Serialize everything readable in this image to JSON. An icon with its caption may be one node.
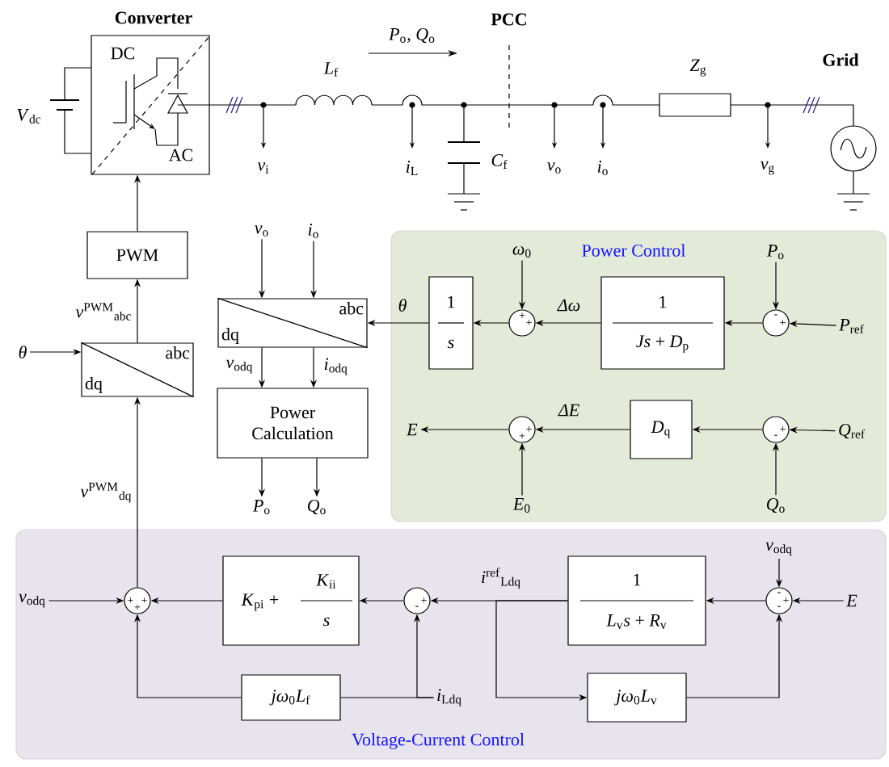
{
  "diagram": {
    "nodes": [
      {
        "text": [
          "Power Control"
        ]
      },
      {
        "text": [
          "Voltage-Current Control"
        ]
      },
      {
        "text": [
          "Converter",
          "DC",
          "AC"
        ]
      },
      {
        "text": [
          "PWM"
        ]
      },
      {
        "text": [
          "dq",
          "abc"
        ]
      },
      {
        "text": [
          "dq",
          "abc"
        ]
      },
      {
        "text": [
          "Power Calculation"
        ]
      },
      {
        "text": [
          "1",
          "s"
        ],
        "in": 0
      },
      {
        "text": [
          "1",
          "*Js* + *D*$_{p}$"
        ],
        "in": 0
      },
      {
        "text": [
          "+",
          "+"
        ],
        "in": 0
      },
      {
        "text": [
          "-",
          "+"
        ],
        "in": 0
      },
      {
        "text": [
          "*D*$_{q}$"
        ],
        "in": 0
      },
      {
        "text": [
          "+",
          "+"
        ],
        "in": 0
      },
      {
        "text": [
          "+",
          "-"
        ],
        "in": 0
      },
      {
        "text": [
          "*K*$_{pi}$ +",
          "*K*$_{ii}$",
          "s"
        ],
        "in": 1
      },
      {
        "text": [
          "+",
          "+",
          "+"
        ],
        "in": 1
      },
      {
        "text": [
          "+",
          "-"
        ],
        "in": 1
      },
      {
        "text": [
          "1",
          "*L*$_{v}$*s* + *R*$_{v}$"
        ],
        "in": 1
      },
      {
        "text": [
          "-",
          "+",
          "-"
        ],
        "in": 1
      },
      {
        "text": [
          "*jω*$_{0}$*L*$_{f}$"
        ],
        "in": 1
      },
      {
        "text": [
          "*jω*$_{0}$*L*$_{v}$"
        ],
        "in": 1
      },
      {
        "text": [
          "θ"
        ]
      },
      {
        "text": [
          "*v*$_{o}$"
        ]
      },
      {
        "text": [
          "*i*$_{o}$"
        ]
      },
      {
        "text": [
          "*P*$_{o}$"
        ]
      },
      {
        "text": [
          "*Q*$_{o}$"
        ]
      },
      {
        "text": [
          "*ω*$_{0}$"
        ],
        "in": 0
      },
      {
        "text": [
          "*P*$_{o}$"
        ],
        "in": 0
      },
      {
        "text": [
          "*P*$_{ref}$"
        ],
        "in": 0
      },
      {
        "text": [
          "E"
        ],
        "in": 0
      },
      {
        "text": [
          "*E*$_{0}$"
        ],
        "in": 0
      },
      {
        "text": [
          "*Q*$_{ref}$"
        ],
        "in": 0
      },
      {
        "text": [
          "*Q*$_{o}$"
        ],
        "in": 0
      },
      {
        "text": [
          "*v*$_{odq}$"
        ],
        "in": 1
      },
      {
        "text": [
          "*v*$_{odq}$"
        ],
        "in": 1
      },
      {
        "text": [
          "E"
        ],
        "in": 1
      },
      {
        "text": [
          "*i*$_{Ldq}$"
        ],
        "in": 1
      }
    ],
    "edges": [
      {
        "from": 3,
        "to": 2,
        "arrow": "to"
      },
      {
        "from": 4,
        "to": 3,
        "arrow": "to",
        "label": "*v*$^{PWM}$$_{abc}$"
      },
      {
        "from": 15,
        "to": 4,
        "arrow": "to",
        "label": "*v*$^{PWM}$$_{dq}$"
      },
      {
        "from": 21,
        "to": 4,
        "arrow": "to"
      },
      {
        "from": 22,
        "to": 5,
        "arrow": "to"
      },
      {
        "from": 23,
        "to": 5,
        "arrow": "to"
      },
      {
        "from": 7,
        "to": 5,
        "arrow": "to",
        "label": "θ"
      },
      {
        "from": 5,
        "to": 6,
        "arrow": "to",
        "label": "*v*$_{odq}$"
      },
      {
        "from": 5,
        "to": 6,
        "arrow": "to",
        "label": "*i*$_{odq}$"
      },
      {
        "from": 6,
        "to": 24,
        "arrow": "to"
      },
      {
        "from": 6,
        "to": 25,
        "arrow": "to"
      },
      {
        "from": 9,
        "to": 7,
        "arrow": "to"
      },
      {
        "from": 26,
        "to": 9,
        "arrow": "to"
      },
      {
        "from": 8,
        "to": 9,
        "arrow": "to",
        "label": "Δω"
      },
      {
        "from": 10,
        "to": 8,
        "arrow": "to"
      },
      {
        "from": 27,
        "to": 10,
        "arrow": "to"
      },
      {
        "from": 28,
        "to": 10,
        "arrow": "to"
      },
      {
        "from": 12,
        "to": 29,
        "arrow": "to"
      },
      {
        "from": 30,
        "to": 12,
        "arrow": "to"
      },
      {
        "from": 11,
        "to": 12,
        "arrow": "to",
        "label": "ΔE"
      },
      {
        "from": 13,
        "to": 11,
        "arrow": "to"
      },
      {
        "from": 31,
        "to": 13,
        "arrow": "to"
      },
      {
        "from": 32,
        "to": 13,
        "arrow": "to"
      },
      {
        "from": 33,
        "to": 15,
        "arrow": "to"
      },
      {
        "from": 14,
        "to": 15,
        "arrow": "to"
      },
      {
        "from": 16,
        "to": 14,
        "arrow": "to"
      },
      {
        "from": 17,
        "to": 16,
        "arrow": "to",
        "label": "*i*$^{ref}$$_{Ldq}$"
      },
      {
        "from": 18,
        "to": 17,
        "arrow": "to"
      },
      {
        "from": 34,
        "to": 18,
        "arrow": "to"
      },
      {
        "from": 35,
        "to": 18,
        "arrow": "to"
      },
      {
        "from": 17,
        "to": 20,
        "arrow": "to"
      },
      {
        "from": 20,
        "to": 18,
        "arrow": "to"
      },
      {
        "from": 36,
        "to": 16,
        "arrow": "to"
      },
      {
        "from": 36,
        "to": 19,
        "arrow": "none"
      },
      {
        "from": 19,
        "to": 15,
        "arrow": "to"
      }
    ],
    "labels": [
      "*P*$_{o}$, *Q*$_{o}$",
      "PCC",
      "*L*$_{f}$",
      "*Z*$_{g}$",
      "Grid",
      "*V*$_{dc}$",
      "*v*$_{i}$",
      "*i*$_{L}$",
      "*C*$_{f}$",
      "*v*$_{o}$",
      "*i*$_{o}$",
      "*v*$_{g}$"
    ]
  }
}
